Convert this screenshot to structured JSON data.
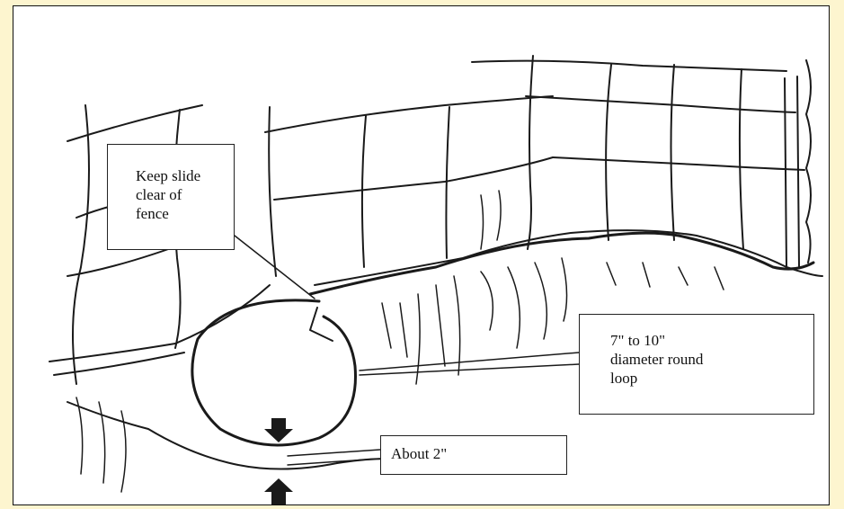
{
  "callouts": {
    "keep_slide": "Keep slide\nclear of\nfence",
    "loop_size": "7\" to 10\"\ndiameter round\nloop",
    "gap": "About 2\""
  },
  "colors": {
    "background": "#fdf5cf",
    "ink": "#1a1a1a"
  }
}
